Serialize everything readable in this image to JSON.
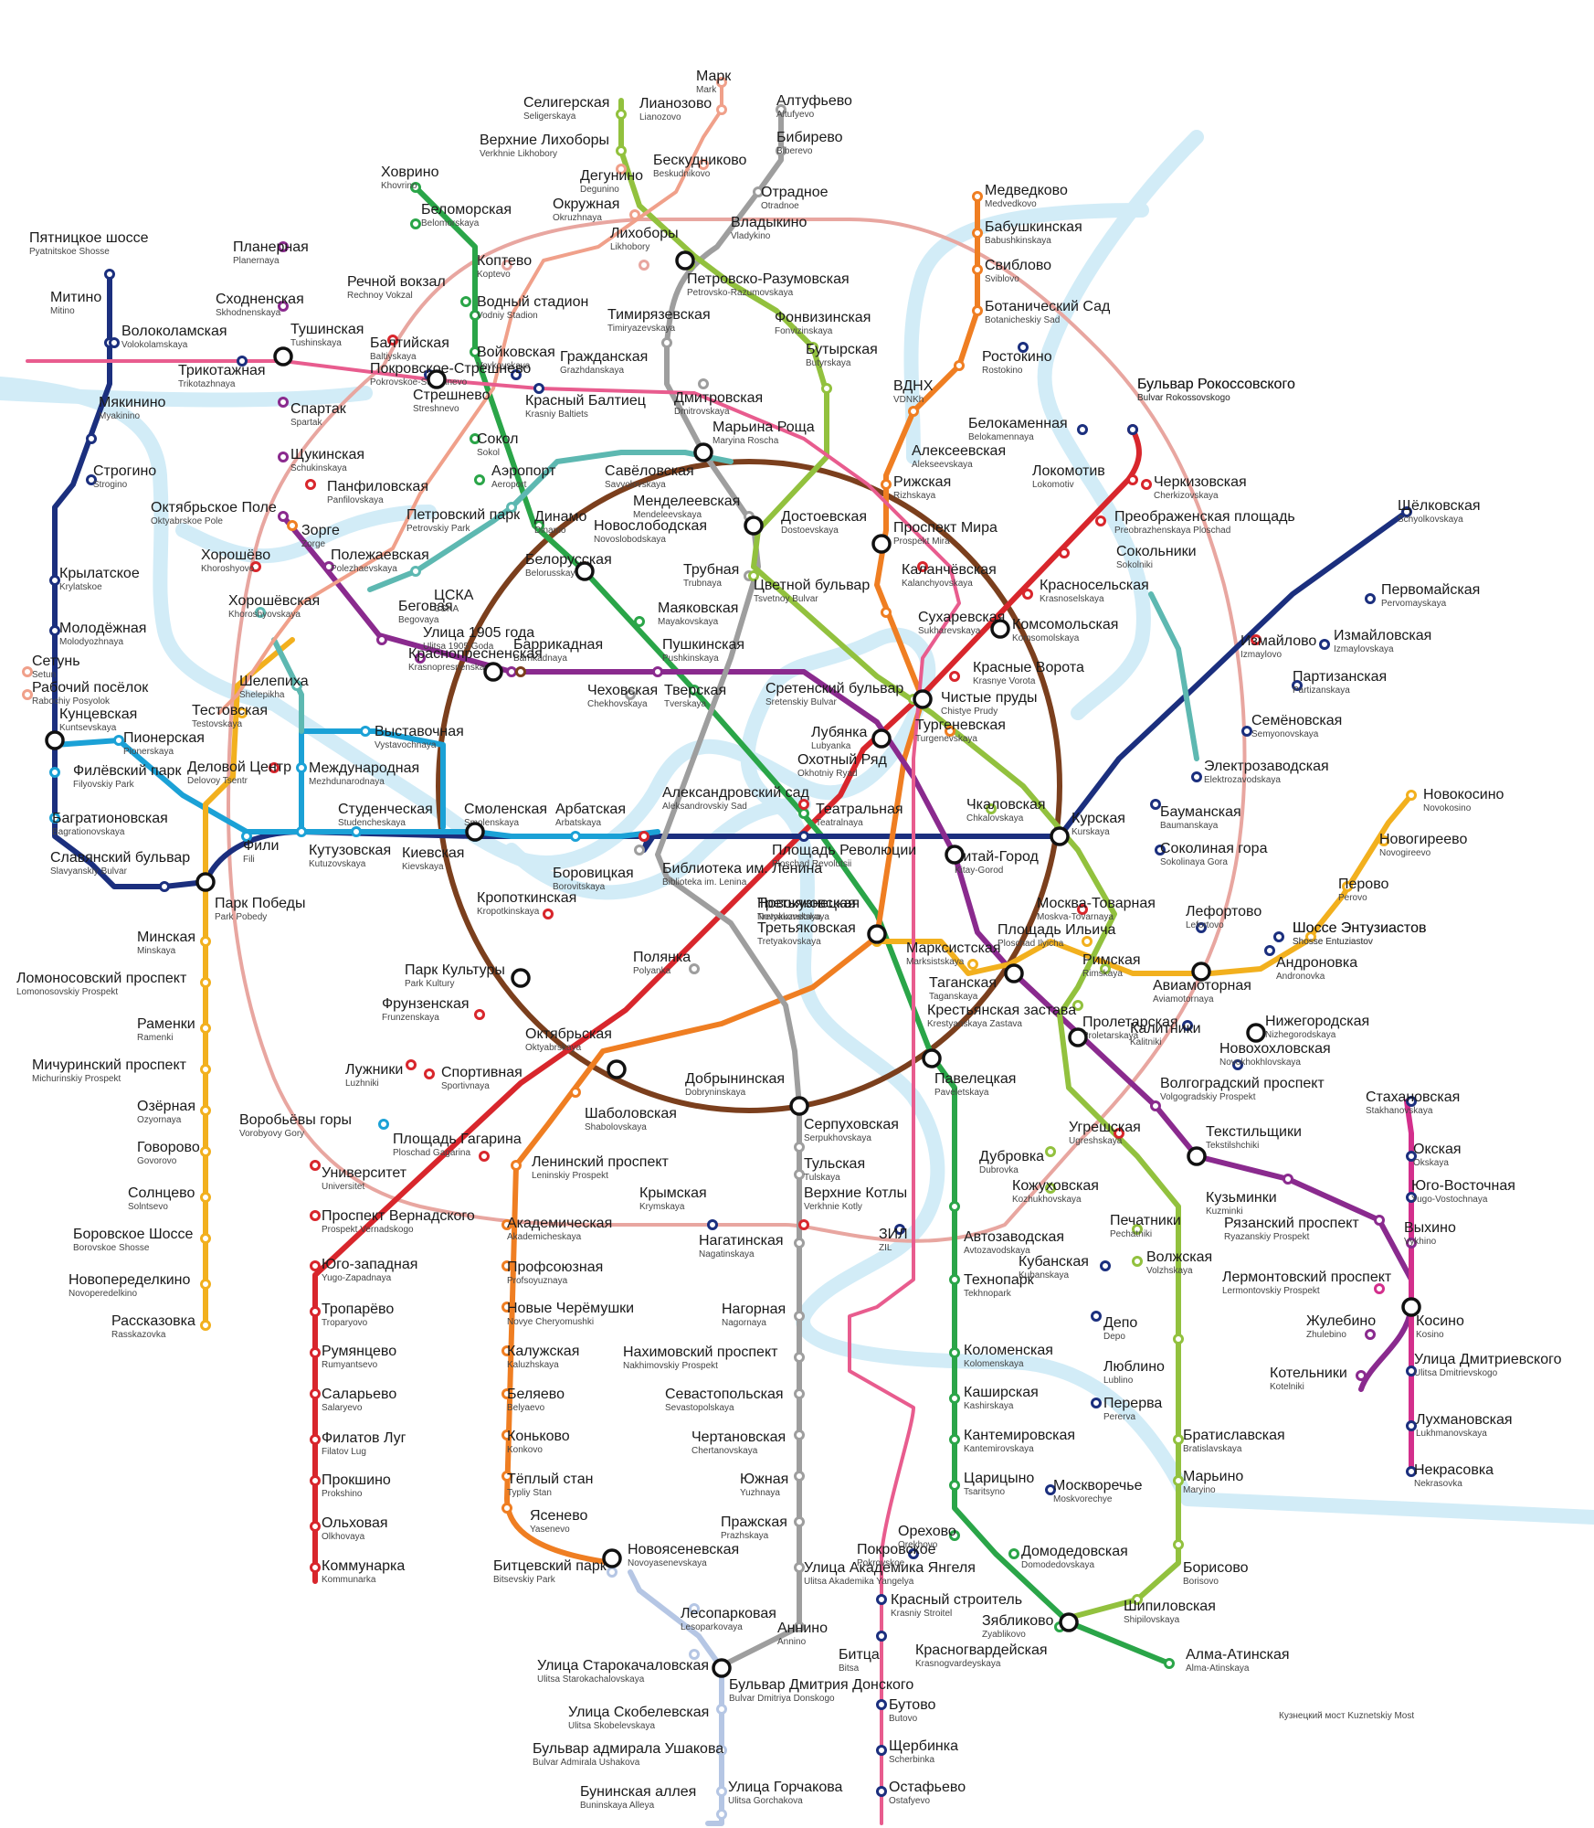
{
  "palette": {
    "l1": "#d8262c",
    "l2": "#2aa548",
    "l3": "#1b2f7e",
    "l4": "#1ba1d6",
    "l5": "#7b3f1d",
    "l6": "#ef7e22",
    "l7": "#8a2a8e",
    "l8": "#f2b01e",
    "l9": "#9e9e9e",
    "l10": "#92c13e",
    "l11": "#5db8b1",
    "l12": "#b5c6e4",
    "mcc": "#e8a6a0",
    "d1": "#f0a08a",
    "d2": "#e85c8e",
    "river": "#d2ecf7"
  },
  "stations": [
    {
      "ru": "Пятницкое шоссе",
      "en": "Pyatnitskoe Shosse"
    },
    {
      "ru": "Митино",
      "en": "Mitino"
    },
    {
      "ru": "Волоколамская",
      "en": "Volokolamskaya"
    },
    {
      "ru": "Мякинино",
      "en": "Myakinino"
    },
    {
      "ru": "Строгино",
      "en": "Strogino"
    },
    {
      "ru": "Крылатское",
      "en": "Krylatskoe"
    },
    {
      "ru": "Молодёжная",
      "en": "Molodyozhnaya"
    },
    {
      "ru": "Сетунь",
      "en": "Setun"
    },
    {
      "ru": "Рабочий посёлок",
      "en": "Rabochiy Posyolok"
    },
    {
      "ru": "Кунцевская",
      "en": "Kuntsevskaya"
    },
    {
      "ru": "Пионерская",
      "en": "Pionerskaya"
    },
    {
      "ru": "Филёвский парк",
      "en": "Filyovskiy Park"
    },
    {
      "ru": "Багратионовская",
      "en": "Bagrationovskaya"
    },
    {
      "ru": "Славянский бульвар",
      "en": "Slavyanskiy Bulvar"
    },
    {
      "ru": "Фили",
      "en": "Fili"
    },
    {
      "ru": "Кутузовская",
      "en": "Kutuzovskaya"
    },
    {
      "ru": "Студенческая",
      "en": "Studencheskaya"
    },
    {
      "ru": "Киевская",
      "en": "Kievskaya"
    },
    {
      "ru": "Смоленская",
      "en": "Smolenskaya"
    },
    {
      "ru": "Арбатская",
      "en": "Arbatskaya"
    },
    {
      "ru": "Александровский сад",
      "en": "Aleksandrovskiy Sad"
    },
    {
      "ru": "Библиотека им. Ленина",
      "en": "Biblioteka im. Lenina"
    },
    {
      "ru": "Боровицкая",
      "en": "Borovitskaya"
    },
    {
      "ru": "Планерная",
      "en": "Planernaya"
    },
    {
      "ru": "Сходненская",
      "en": "Skhodnenskaya"
    },
    {
      "ru": "Тушинская",
      "en": "Tushinskaya"
    },
    {
      "ru": "Трикотажная",
      "en": "Trikotazhnaya"
    },
    {
      "ru": "Спартак",
      "en": "Spartak"
    },
    {
      "ru": "Щукинская",
      "en": "Schukinskaya"
    },
    {
      "ru": "Октябрьское Поле",
      "en": "Oktyabrskoe Pole"
    },
    {
      "ru": "Полежаевская",
      "en": "Polezhaevskaya"
    },
    {
      "ru": "Беговая",
      "en": "Begovaya"
    },
    {
      "ru": "Улица 1905 года",
      "en": "Ulitsa 1905 Goda"
    },
    {
      "ru": "Баррикадная",
      "en": "Barrikadnaya"
    },
    {
      "ru": "Пушкинская",
      "en": "Pushkinskaya"
    },
    {
      "ru": "Кузнецкий мост",
      "en": "Kuznetskiy Most"
    },
    {
      "ru": "Китай-Город",
      "en": "Kitay-Gorod"
    },
    {
      "ru": "Таганская",
      "en": "Taganskaya"
    },
    {
      "ru": "Пролетарская",
      "en": "Proletarskaya"
    },
    {
      "ru": "Волгоградский проспект",
      "en": "Volgogradskiy Prospekt"
    },
    {
      "ru": "Текстильщики",
      "en": "Tekstilshchiki"
    },
    {
      "ru": "Кузьминки",
      "en": "Kuzminki"
    },
    {
      "ru": "Рязанский проспект",
      "en": "Ryazanskiy Prospekt"
    },
    {
      "ru": "Выхино",
      "en": "Vykhino"
    },
    {
      "ru": "Лермонтовский проспект",
      "en": "Lermontovskiy Prospekt"
    },
    {
      "ru": "Жулебино",
      "en": "Zhulebino"
    },
    {
      "ru": "Котельники",
      "en": "Kotelniki"
    },
    {
      "ru": "Ховрино",
      "en": "Khovrino"
    },
    {
      "ru": "Беломорская",
      "en": "Belomorskaya"
    },
    {
      "ru": "Речной вокзал",
      "en": "Rechnoy Vokzal"
    },
    {
      "ru": "Водный стадион",
      "en": "Vodniy Stadion"
    },
    {
      "ru": "Войковская",
      "en": "Voykovskaya"
    },
    {
      "ru": "Сокол",
      "en": "Sokol"
    },
    {
      "ru": "Аэропорт",
      "en": "Aeroport"
    },
    {
      "ru": "Динамо",
      "en": "Dinamo"
    },
    {
      "ru": "Белорусская",
      "en": "Belorusskaya"
    },
    {
      "ru": "Маяковская",
      "en": "Mayakovskaya"
    },
    {
      "ru": "Тверская",
      "en": "Tverskaya"
    },
    {
      "ru": "Театральная",
      "en": "Teatralnaya"
    },
    {
      "ru": "Новокузнецкая",
      "en": "Novokuznetskaya"
    },
    {
      "ru": "Павелецкая",
      "en": "Paveletskaya"
    },
    {
      "ru": "Автозаводская",
      "en": "Avtozavodskaya"
    },
    {
      "ru": "Технопарк",
      "en": "Tekhnopark"
    },
    {
      "ru": "Коломенская",
      "en": "Kolomenskaya"
    },
    {
      "ru": "Каширская",
      "en": "Kashirskaya"
    },
    {
      "ru": "Кантемировская",
      "en": "Kantemirovskaya"
    },
    {
      "ru": "Царицыно",
      "en": "Tsaritsyno"
    },
    {
      "ru": "Орехово",
      "en": "Orekhovo"
    },
    {
      "ru": "Домодедовская",
      "en": "Domodedovskaya"
    },
    {
      "ru": "Красногвардейская",
      "en": "Krasnogvardeyskaya"
    },
    {
      "ru": "Алма-Атинская",
      "en": "Alma-Atinskaya"
    },
    {
      "ru": "Бульвар Рокоссовского",
      "en": "Bulvar Rokossovskogo"
    },
    {
      "ru": "Черкизовская",
      "en": "Cherkizovskaya"
    },
    {
      "ru": "Преображенская площадь",
      "en": "Preobrazhenskaya Ploschad"
    },
    {
      "ru": "Сокольники",
      "en": "Sokolniki"
    },
    {
      "ru": "Красносельская",
      "en": "Krasnoselskaya"
    },
    {
      "ru": "Комсомольская",
      "en": "Komsomolskaya"
    },
    {
      "ru": "Красные Ворота",
      "en": "Krasnye Vorota"
    },
    {
      "ru": "Чистые пруды",
      "en": "Chistye Prudy"
    },
    {
      "ru": "Лубянка",
      "en": "Lubyanka"
    },
    {
      "ru": "Охотный Ряд",
      "en": "Okhotniy Ryad"
    },
    {
      "ru": "Кропоткинская",
      "en": "Kropotkinskaya"
    },
    {
      "ru": "Парк Культуры",
      "en": "Park Kultury"
    },
    {
      "ru": "Фрунзенская",
      "en": "Frunzenskaya"
    },
    {
      "ru": "Спортивная",
      "en": "Sportivnaya"
    },
    {
      "ru": "Воробьёвы горы",
      "en": "Vorobyovy Gory"
    },
    {
      "ru": "Университет",
      "en": "Universitet"
    },
    {
      "ru": "Проспект Вернадского",
      "en": "Prospekt Vernadskogo"
    },
    {
      "ru": "Юго-западная",
      "en": "Yugo-Zapadnaya"
    },
    {
      "ru": "Тропарёво",
      "en": "Troparyovo"
    },
    {
      "ru": "Румянцево",
      "en": "Rumyantsevo"
    },
    {
      "ru": "Саларьево",
      "en": "Salaryevo"
    },
    {
      "ru": "Филатов Луг",
      "en": "Filatov Lug"
    },
    {
      "ru": "Прокшино",
      "en": "Prokshino"
    },
    {
      "ru": "Ольховая",
      "en": "Olkhovaya"
    },
    {
      "ru": "Коммунарка",
      "en": "Kommunarka"
    },
    {
      "ru": "Медведково",
      "en": "Medvedkovo"
    },
    {
      "ru": "Бабушкинская",
      "en": "Babushkinskaya"
    },
    {
      "ru": "Свиблово",
      "en": "Sviblovo"
    },
    {
      "ru": "Ботанический Сад",
      "en": "Botanicheskiy Sad"
    },
    {
      "ru": "ВДНХ",
      "en": "VDNKh"
    },
    {
      "ru": "Алексеевская",
      "en": "Alekseevskaya"
    },
    {
      "ru": "Рижская",
      "en": "Rizhskaya"
    },
    {
      "ru": "Проспект Мира",
      "en": "Prospekt Mira"
    },
    {
      "ru": "Сухаревская",
      "en": "Sukharevskaya"
    },
    {
      "ru": "Тургеневская",
      "en": "Turgenevskaya"
    },
    {
      "ru": "Третьяковская",
      "en": "Tretyakovskaya"
    },
    {
      "ru": "Октябрьская",
      "en": "Oktyabrskaya"
    },
    {
      "ru": "Шаболовская",
      "en": "Shabolovskaya"
    },
    {
      "ru": "Ленинский проспект",
      "en": "Leninskiy Prospekt"
    },
    {
      "ru": "Академическая",
      "en": "Akademicheskaya"
    },
    {
      "ru": "Профсоюзная",
      "en": "Profsoyuznaya"
    },
    {
      "ru": "Новые Черёмушки",
      "en": "Novye Cheryomushki"
    },
    {
      "ru": "Калужская",
      "en": "Kaluzhskaya"
    },
    {
      "ru": "Беляево",
      "en": "Belyaevo"
    },
    {
      "ru": "Коньково",
      "en": "Konkovo"
    },
    {
      "ru": "Тёплый стан",
      "en": "Typliy Stan"
    },
    {
      "ru": "Ясенево",
      "en": "Yasenevo"
    },
    {
      "ru": "Новоясеневская",
      "en": "Novoyasenevskaya"
    },
    {
      "ru": "Битцевский парк",
      "en": "Bitsevskiy Park"
    },
    {
      "ru": "Лесопарковая",
      "en": "Lesoparkovaya"
    },
    {
      "ru": "Улица Старокачаловская",
      "en": "Ulitsa Starokachalovskaya"
    },
    {
      "ru": "Бульвар Дмитрия Донского",
      "en": "Bulvar Dmitriya Donskogo"
    },
    {
      "ru": "Улица Скобелевская",
      "en": "Ulitsa Skobelevskaya"
    },
    {
      "ru": "Бульвар адмирала Ушакова",
      "en": "Bulvar Admirala Ushakova"
    },
    {
      "ru": "Улица Горчакова",
      "en": "Ulitsa Gorchakova"
    },
    {
      "ru": "Бунинская аллея",
      "en": "Buninskaya Alleya"
    },
    {
      "ru": "Парк Победы",
      "en": "Park Pobedy"
    },
    {
      "ru": "Минская",
      "en": "Minskaya"
    },
    {
      "ru": "Ломоносовский проспект",
      "en": "Lomonosovskiy Prospekt"
    },
    {
      "ru": "Раменки",
      "en": "Ramenki"
    },
    {
      "ru": "Мичуринский проспект",
      "en": "Michurinskiy Prospekt"
    },
    {
      "ru": "Озёрная",
      "en": "Ozyornaya"
    },
    {
      "ru": "Говорово",
      "en": "Govorovo"
    },
    {
      "ru": "Солнцево",
      "en": "Solntsevo"
    },
    {
      "ru": "Боровское Шоссе",
      "en": "Borovskoe Shosse"
    },
    {
      "ru": "Новопеределкино",
      "en": "Novoperedelkino"
    },
    {
      "ru": "Рассказовка",
      "en": "Rasskazovka"
    },
    {
      "ru": "Шелепиха",
      "en": "Shelepikha"
    },
    {
      "ru": "Деловой Центр",
      "en": "Delovoy Tsentr"
    },
    {
      "ru": "Выставочная",
      "en": "Vystavochnaya"
    },
    {
      "ru": "Международная",
      "en": "Mezhdunarodnaya"
    },
    {
      "ru": "Тестовская",
      "en": "Testovskaya"
    },
    {
      "ru": "Хорошёвская",
      "en": "Khoroshyovskaya"
    },
    {
      "ru": "ЦСКА",
      "en": "CSKA"
    },
    {
      "ru": "Петровский парк",
      "en": "Petrovskiy Park"
    },
    {
      "ru": "Савёловская",
      "en": "Savyolovskaya"
    },
    {
      "ru": "Марк",
      "en": "Mark"
    },
    {
      "ru": "Лианозово",
      "en": "Lianozovo"
    },
    {
      "ru": "Бескудниково",
      "en": "Beskudnikovo"
    },
    {
      "ru": "Дегунино",
      "en": "Degunino"
    },
    {
      "ru": "Окружная",
      "en": "Okruzhnaya"
    },
    {
      "ru": "Тимирязевская",
      "en": "Timiryazevskaya"
    },
    {
      "ru": "Дмитровская",
      "en": "Dmitrovskaya"
    },
    {
      "ru": "Менделеевская",
      "en": "Mendeleevskaya"
    },
    {
      "ru": "Чеховская",
      "en": "Chekhovskaya"
    },
    {
      "ru": "Полянка",
      "en": "Polyanka"
    },
    {
      "ru": "Серпуховская",
      "en": "Serpukhovskaya"
    },
    {
      "ru": "Тульская",
      "en": "Tulskaya"
    },
    {
      "ru": "Нагатинская",
      "en": "Nagatinskaya"
    },
    {
      "ru": "Нагорная",
      "en": "Nagornaya"
    },
    {
      "ru": "Нахимовский проспект",
      "en": "Nakhimovskiy Prospekt"
    },
    {
      "ru": "Севастопольская",
      "en": "Sevastopolskaya"
    },
    {
      "ru": "Чертановская",
      "en": "Chertanovskaya"
    },
    {
      "ru": "Южная",
      "en": "Yuzhnaya"
    },
    {
      "ru": "Пражская",
      "en": "Prazhskaya"
    },
    {
      "ru": "Улица Академика Янгеля",
      "en": "Ulitsa Akademika Yangelya"
    },
    {
      "ru": "Аннино",
      "en": "Annino"
    },
    {
      "ru": "Алтуфьево",
      "en": "Altufyevo"
    },
    {
      "ru": "Бибирево",
      "en": "Biberevo"
    },
    {
      "ru": "Отрадное",
      "en": "Otradnoe"
    },
    {
      "ru": "Владыкино",
      "en": "Vladykino"
    },
    {
      "ru": "Петровско-Разумовская",
      "en": "Petrovsko-Razumovskaya"
    },
    {
      "ru": "Марьина Роща",
      "en": "Maryina Roscha"
    },
    {
      "ru": "Достоевская",
      "en": "Dostoevskaya"
    },
    {
      "ru": "Трубная",
      "en": "Trubnaya"
    },
    {
      "ru": "Сретенский бульвар",
      "en": "Sretenskiy Bulvar"
    },
    {
      "ru": "Чкаловская",
      "en": "Chkalovskaya"
    },
    {
      "ru": "Римская",
      "en": "Rimskaya"
    },
    {
      "ru": "Крестьянская застава",
      "en": "Krestyanskaya Zastava"
    },
    {
      "ru": "Дубровка",
      "en": "Dubrovka"
    },
    {
      "ru": "Кожуховская",
      "en": "Kozhukhovskaya"
    },
    {
      "ru": "Печатники",
      "en": "Pechatniki"
    },
    {
      "ru": "Волжская",
      "en": "Volzhskaya"
    },
    {
      "ru": "Люблино",
      "en": "Lublino"
    },
    {
      "ru": "Братиславская",
      "en": "Bratislavskaya"
    },
    {
      "ru": "Марьино",
      "en": "Maryino"
    },
    {
      "ru": "Борисово",
      "en": "Borisovo"
    },
    {
      "ru": "Шипиловская",
      "en": "Shipilovskaya"
    },
    {
      "ru": "Зябликово",
      "en": "Zyablikovo"
    },
    {
      "ru": "Фонвизинская",
      "en": "Fonvizinskaya"
    },
    {
      "ru": "Бутырская",
      "en": "Butyrskaya"
    },
    {
      "ru": "Новокосино",
      "en": "Novokosino"
    },
    {
      "ru": "Новогиреево",
      "en": "Novogireevo"
    },
    {
      "ru": "Перово",
      "en": "Perovo"
    },
    {
      "ru": "Шоссе Энтузиастов",
      "en": "Shosse Entuziastov"
    },
    {
      "ru": "Авиамоторная",
      "en": "Aviamotornaya"
    },
    {
      "ru": "Площадь Ильича",
      "en": "Ploschad Ilyicha"
    },
    {
      "ru": "Марксистская",
      "en": "Marksistskaya"
    },
    {
      "ru": "Третьяковская",
      "en": "Tretyakovskaya"
    },
    {
      "ru": "Щёлковская",
      "en": "Schyolkovskaya"
    },
    {
      "ru": "Первомайская",
      "en": "Pervomayskaya"
    },
    {
      "ru": "Измайловская",
      "en": "Izmaylovskaya"
    },
    {
      "ru": "Партизанская",
      "en": "Partizanskaya"
    },
    {
      "ru": "Семёновская",
      "en": "Semyonovskaya"
    },
    {
      "ru": "Электрозаводская",
      "en": "Elektrozavodskaya"
    },
    {
      "ru": "Бауманская",
      "en": "Baumanskaya"
    },
    {
      "ru": "Курская",
      "en": "Kurskaya"
    },
    {
      "ru": "Площадь Революции",
      "en": "Ploschad Revolutsii"
    },
    {
      "ru": "Селигерская",
      "en": "Seligerskaya"
    },
    {
      "ru": "Верхние Лихоборы",
      "en": "Verkhnie Likhobory"
    },
    {
      "ru": "Лихоборы",
      "en": "Likhobory"
    },
    {
      "ru": "Коптево",
      "en": "Koptevo"
    },
    {
      "ru": "Балтийская",
      "en": "Baltiyskaya"
    },
    {
      "ru": "Стрешнево",
      "en": "Streshnevo"
    },
    {
      "ru": "Панфиловская",
      "en": "Panfilovskaya"
    },
    {
      "ru": "Зорге",
      "en": "Zorge"
    },
    {
      "ru": "Хорошёво",
      "en": "Khoroshyovo"
    },
    {
      "ru": "Лужники",
      "en": "Luzhniki"
    },
    {
      "ru": "Площадь Гагарина",
      "en": "Ploschad Gagarina"
    },
    {
      "ru": "Крымская",
      "en": "Krymskaya"
    },
    {
      "ru": "Верхние Котлы",
      "en": "Verkhnie Kotly"
    },
    {
      "ru": "ЗИЛ",
      "en": "ZIL"
    },
    {
      "ru": "Угрешская",
      "en": "Ugreshskaya"
    },
    {
      "ru": "Новохохловская",
      "en": "Novokhokhlovskaya"
    },
    {
      "ru": "Нижегородская",
      "en": "Nizhegorodskaya"
    },
    {
      "ru": "Андроновка",
      "en": "Andronovka"
    },
    {
      "ru": "Шоссе Энтузиастов",
      "en": "Shosse Entuziastov"
    },
    {
      "ru": "Соколиная гора",
      "en": "Sokolinaya Gora"
    },
    {
      "ru": "Измайлово",
      "en": "Izmaylovo"
    },
    {
      "ru": "Локомотив",
      "en": "Lokomotiv"
    },
    {
      "ru": "Белокаменная",
      "en": "Belokamennaya"
    },
    {
      "ru": "Ростокино",
      "en": "Rostokino"
    },
    {
      "ru": "Москва-Товарная",
      "en": "Moskva-Tovarnaya"
    },
    {
      "ru": "Калитники",
      "en": "Kalitniki"
    },
    {
      "ru": "Каланчёвская",
      "en": "Kalanchyovskaya"
    },
    {
      "ru": "Стахановская",
      "en": "Stakhanovskaya"
    },
    {
      "ru": "Окская",
      "en": "Okskaya"
    },
    {
      "ru": "Юго-Восточная",
      "en": "Yugo-Vostochnaya"
    },
    {
      "ru": "Косино",
      "en": "Kosino"
    },
    {
      "ru": "Улица Дмитриевского",
      "en": "Ulitsa Dmitrievskogo"
    },
    {
      "ru": "Лухмановская",
      "en": "Lukhmanovskaya"
    },
    {
      "ru": "Некрасовка",
      "en": "Nekrasovka"
    },
    {
      "ru": "Бульвар Рокоссовского",
      "en": "Bulvar Rokossovskogo"
    },
    {
      "ru": "Депо",
      "en": "Depo"
    },
    {
      "ru": "Перерва",
      "en": "Pererva"
    },
    {
      "ru": "Москворечье",
      "en": "Moskvorechye"
    },
    {
      "ru": "Красный строитель",
      "en": "Krasniy Stroitel"
    },
    {
      "ru": "Битца",
      "en": "Bitsa"
    },
    {
      "ru": "Бутово",
      "en": "Butovo"
    },
    {
      "ru": "Щербинка",
      "en": "Scherbinka"
    },
    {
      "ru": "Остафьево",
      "en": "Ostafyevo"
    },
    {
      "ru": "Кубанская",
      "en": "Kubanskaya"
    },
    {
      "ru": "Красный Балтиец",
      "en": "Krasniy Baltiets"
    },
    {
      "ru": "Гражданская",
      "en": "Grazhdanskaya"
    },
    {
      "ru": "Покровское-Стрешнево",
      "en": "Pokrovskoe-Streshnevo"
    },
    {
      "ru": "Цветной бульвар",
      "en": "Tsvetnoy Bulvar"
    },
    {
      "ru": "Новослободская",
      "en": "Novoslobodskaya"
    },
    {
      "ru": "Краснопресненская",
      "en": "Krasnopresnenskaya"
    },
    {
      "ru": "Добрынинская",
      "en": "Dobryninskaya"
    },
    {
      "ru": "Покровское",
      "en": "Pokrovskoe"
    },
    {
      "ru": "Лефортово",
      "en": "Lefortovo"
    }
  ]
}
